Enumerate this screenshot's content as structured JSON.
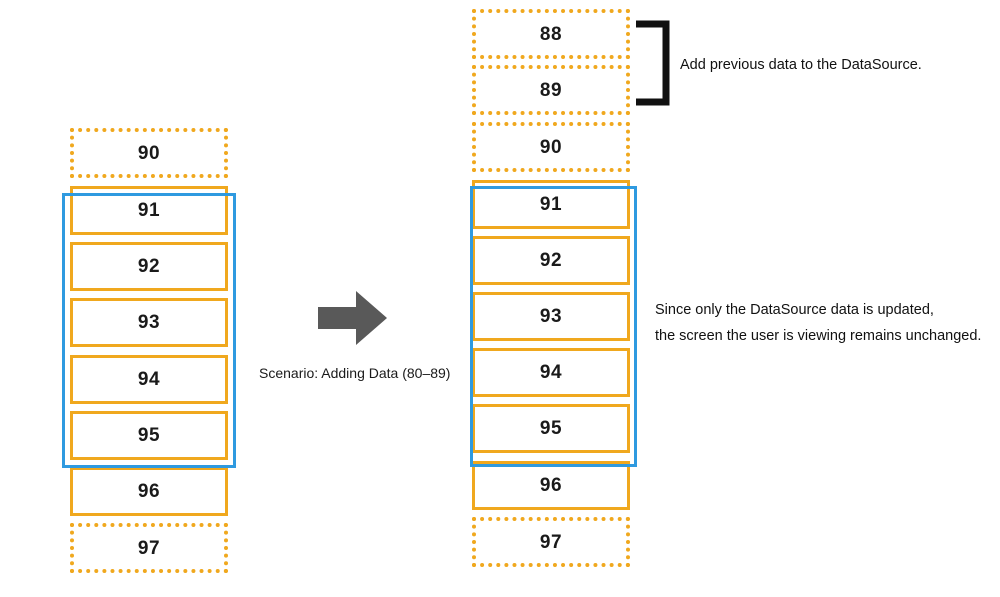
{
  "diagram": {
    "title_caption": "Scenario: Adding Data (80–89)",
    "accent_orange": "#f0a81e",
    "accent_blue": "#2f9ae0",
    "arrow_gray": "#595959",
    "text_color": "#111111"
  },
  "before": {
    "name": "before-state-list",
    "cells": [
      {
        "value": "90",
        "style": "dotted",
        "in_viewport": false
      },
      {
        "value": "91",
        "style": "solid",
        "in_viewport": true
      },
      {
        "value": "92",
        "style": "solid",
        "in_viewport": true
      },
      {
        "value": "93",
        "style": "solid",
        "in_viewport": true
      },
      {
        "value": "94",
        "style": "solid",
        "in_viewport": true
      },
      {
        "value": "95",
        "style": "solid",
        "in_viewport": true
      },
      {
        "value": "96",
        "style": "solid",
        "in_viewport": false
      },
      {
        "value": "97",
        "style": "dotted",
        "in_viewport": false
      }
    ]
  },
  "after": {
    "name": "after-state-list",
    "cells": [
      {
        "value": "88",
        "style": "dotted",
        "in_viewport": false
      },
      {
        "value": "89",
        "style": "dotted",
        "in_viewport": false
      },
      {
        "value": "90",
        "style": "dotted",
        "in_viewport": false
      },
      {
        "value": "91",
        "style": "solid",
        "in_viewport": true
      },
      {
        "value": "92",
        "style": "solid",
        "in_viewport": true
      },
      {
        "value": "93",
        "style": "solid",
        "in_viewport": true
      },
      {
        "value": "94",
        "style": "solid",
        "in_viewport": true
      },
      {
        "value": "95",
        "style": "solid",
        "in_viewport": true
      },
      {
        "value": "96",
        "style": "solid",
        "in_viewport": false
      },
      {
        "value": "97",
        "style": "dotted",
        "in_viewport": false
      }
    ]
  },
  "annotations": {
    "added_data": "Add previous data to the DataSource.",
    "unchanged_line1": "Since only the DataSource data is updated,",
    "unchanged_line2": "the screen the user is viewing remains unchanged."
  }
}
